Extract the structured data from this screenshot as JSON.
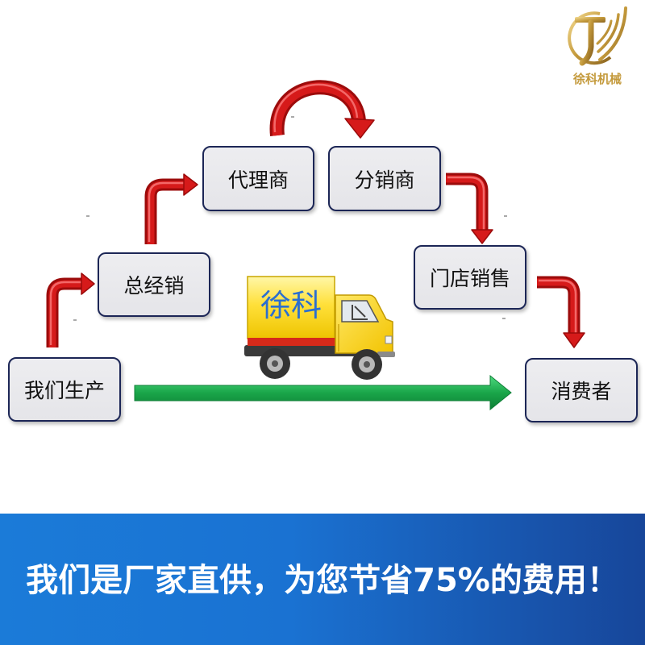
{
  "logo": {
    "text": "徐科机械",
    "icon": "winged-t-logo-icon"
  },
  "flow": {
    "nodes": [
      "我们生产",
      "总经销",
      "代理商",
      "分销商",
      "门店销售",
      "消费者"
    ],
    "edges": [
      [
        0,
        1
      ],
      [
        1,
        2
      ],
      [
        2,
        3
      ],
      [
        3,
        4
      ],
      [
        4,
        5
      ]
    ],
    "direct_edge": [
      0,
      5
    ]
  },
  "truck": {
    "label": "徐科",
    "icon": "delivery-truck-icon"
  },
  "banner": {
    "text": "我们是厂家直供，为您节省75%的费用！"
  },
  "colors": {
    "node_fill": "#e5e5e9",
    "node_border": "#1c2656",
    "chain_arrow": "#d61a1a",
    "direct_arrow": "#1aa64a",
    "truck_body": "#ffe03a",
    "truck_label": "#2b6fd0",
    "logo_gold": "#c49a3c",
    "banner_blue": "#1a72d2",
    "banner_text": "#ffffff"
  }
}
